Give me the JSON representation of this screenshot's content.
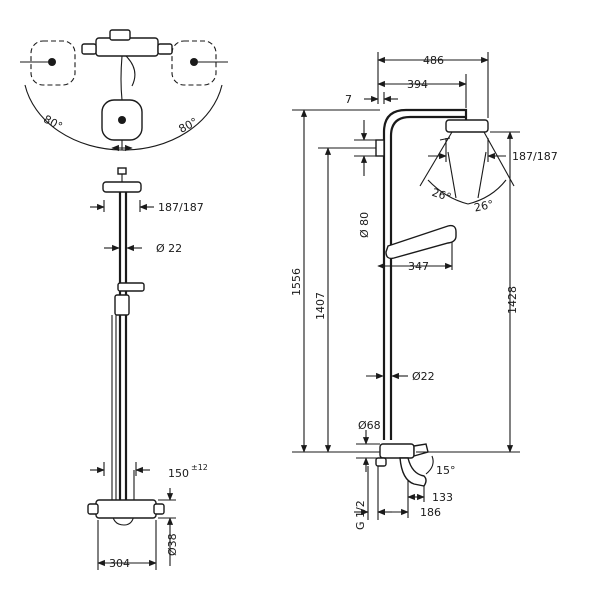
{
  "front_view": {
    "angle_left": "80°",
    "angle_right": "80°",
    "head_width": "187/187",
    "pipe_diameter": "Ø 22",
    "hose_length": "150",
    "hose_tolerance": "±12",
    "mixer_diameter": "Ø38",
    "mixer_width": "304"
  },
  "side_view": {
    "reach_total": "486",
    "reach_arm": "394",
    "wall_gap": "7",
    "wall_bracket_diameter": "Ø 80",
    "head_width": "187/187",
    "angle_left": "26°",
    "angle_right": "26°",
    "hand_shower_reach": "347",
    "total_height": "1556",
    "bracket_height": "1407",
    "head_height": "1428",
    "pipe_diameter": "Ø22",
    "mixer_diameter": "Ø68",
    "connection": "G 1/2",
    "spout_angle": "15°",
    "spout_reach_short": "133",
    "spout_reach_long": "186"
  },
  "colors": {
    "line": "#1a1a1a",
    "background": "#ffffff"
  }
}
